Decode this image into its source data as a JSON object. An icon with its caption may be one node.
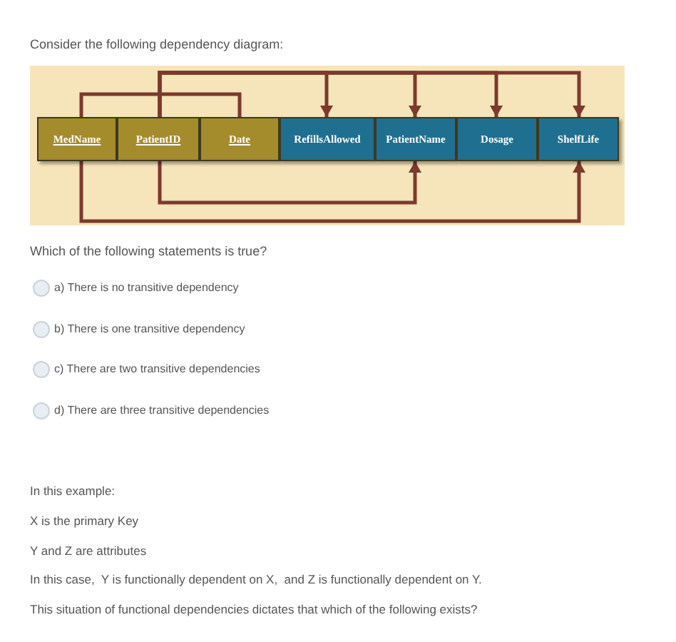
{
  "diagram": {
    "nodes": [
      {
        "text": [
          "MedName"
        ]
      },
      {
        "text": [
          "PatientID"
        ]
      },
      {
        "text": [
          "Date"
        ]
      },
      {
        "text": [
          "RefillsAllowed"
        ]
      },
      {
        "text": [
          "PatientName"
        ]
      },
      {
        "text": [
          "Dosage"
        ]
      },
      {
        "text": [
          "ShelfLife"
        ]
      }
    ],
    "edges": [
      {
        "from": 0,
        "to": 2,
        "arrow": "none"
      },
      {
        "from": 1,
        "to": 3,
        "arrow": "to"
      },
      {
        "from": 1,
        "to": 4,
        "arrow": "to"
      },
      {
        "from": 1,
        "to": 5,
        "arrow": "to"
      },
      {
        "from": 1,
        "to": 6,
        "arrow": "to"
      },
      {
        "from": 1,
        "to": 4,
        "arrow": "to"
      },
      {
        "from": 0,
        "to": 6,
        "arrow": "to"
      }
    ],
    "labels": [
      "Consider the following dependency diagram:",
      "Which of the following statements is true?",
      "a) There is no transitive dependency",
      "b) There is one transitive dependency",
      "c) There are two transitive dependencies",
      "d) There are three transitive dependencies",
      "In this example:",
      "X is the primary Key",
      "Y and Z are attributes",
      "In this case,  Y is functionally dependent on X,  and Z is functionally dependent on Y.",
      "This situation of functional dependencies dictates that which of the following exists?"
    ]
  }
}
